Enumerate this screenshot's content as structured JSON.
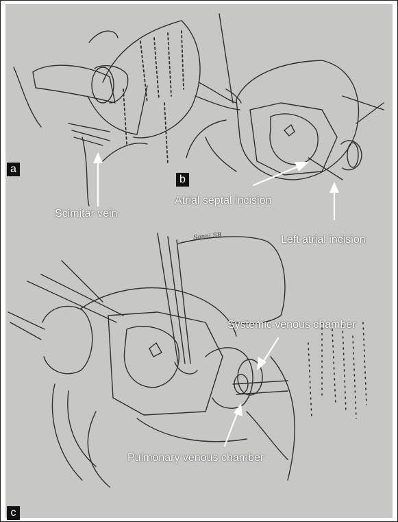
{
  "panels": {
    "a": "a",
    "b": "b",
    "c": "c"
  },
  "labels": {
    "scimitar_vein": "Scimitar vein",
    "atrial_septal_incision": "Atrial septal incision",
    "left_atrial_incision": "Left atrial incision",
    "systemic_venous_chamber": "Systemic venous chamber",
    "pulmonary_venous_chamber": "Pulmonary venous chamber"
  },
  "signature": "Sanni SB",
  "colors": {
    "paper": "#c7c7c5",
    "ink": "#2a2a2a",
    "label": "#ffffff",
    "panel_bg": "#111111"
  }
}
